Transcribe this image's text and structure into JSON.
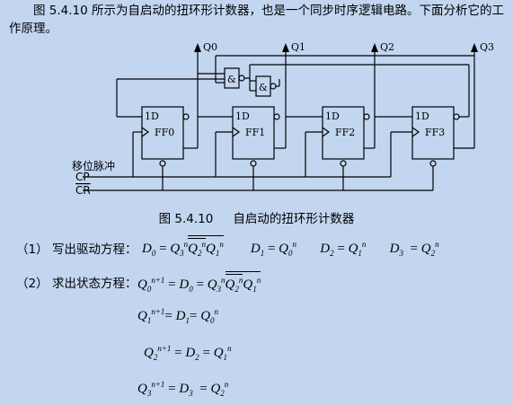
{
  "intro": {
    "text": "图 5.4.10 所示为自启动的扭环形计数器，也是一个同步时序逻辑电路。下面分析它的工作原理。"
  },
  "circuit": {
    "outputs": [
      "Q0",
      "Q1",
      "Q2",
      "Q3"
    ],
    "ff_labels": [
      "FF0",
      "FF1",
      "FF2",
      "FF3"
    ],
    "d_label": "1D",
    "gate_symbol": "&",
    "shift_pulse_label": "移位脉冲",
    "cp_label": "CP",
    "cr_label": "CR"
  },
  "caption": {
    "number": "图 5.4.10",
    "title": "自启动的扭环形计数器"
  },
  "step1": {
    "index": "（1）",
    "label": "写出驱动方程："
  },
  "step2": {
    "index": "（2）",
    "label": "求出状态方程："
  },
  "colors": {
    "background": "#C2D6F0",
    "ink": "#000000"
  }
}
